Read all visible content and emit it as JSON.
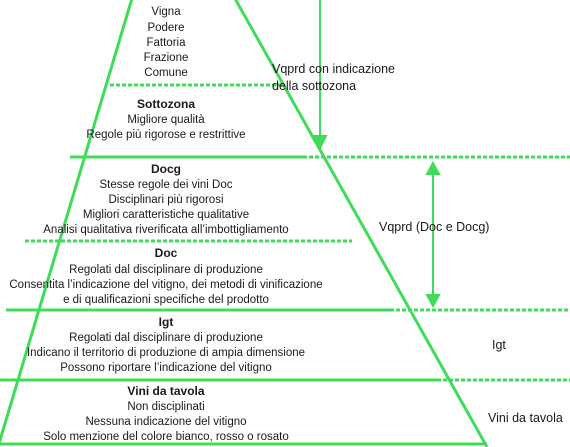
{
  "pyramid": {
    "colors": {
      "line": "#3fdc5a",
      "text": "#1a1a1a",
      "background": "#ffffff"
    },
    "apex": {
      "lines": [
        "Vigna",
        "Podere",
        "Fattoria",
        "Frazione",
        "Comune"
      ]
    },
    "sottozona": {
      "title": "Sottozona",
      "lines": [
        "Migliore qualità",
        "Regole più rigorose e restrittive"
      ]
    },
    "docg": {
      "title": "Docg",
      "lines": [
        "Stesse regole dei vini Doc",
        "Disciplinari più rigorosi",
        "Migliori caratteristiche qualitative",
        "Analisi qualitativa riverificata all’imbottigliamento"
      ]
    },
    "doc": {
      "title": "Doc",
      "lines": [
        "Regolati dal disciplinare di produzione",
        "Consentita l’indicazione del vitigno, dei metodi di vinificazione",
        "e di qualificazioni specifiche del prodotto"
      ]
    },
    "igt": {
      "title": "Igt",
      "lines": [
        "Regolati dal disciplinare di produzione",
        "Indicano il territorio di produzione di ampia dimensione",
        "Possono riportare l’indicazione del vitigno"
      ]
    },
    "tavola": {
      "title": "Vini da tavola",
      "lines": [
        "Non disciplinati",
        "Nessuna indicazione del vitigno",
        "Solo menzione del colore bianco, rosso o rosato"
      ]
    }
  },
  "side_labels": {
    "vqprd_sottozona": [
      "Vqprd con indicazione",
      "della sottozona"
    ],
    "vqprd_doc_docg": "Vqprd (Doc e Docg)",
    "igt": "Igt",
    "vini_da_tavola": "Vini da tavola"
  }
}
